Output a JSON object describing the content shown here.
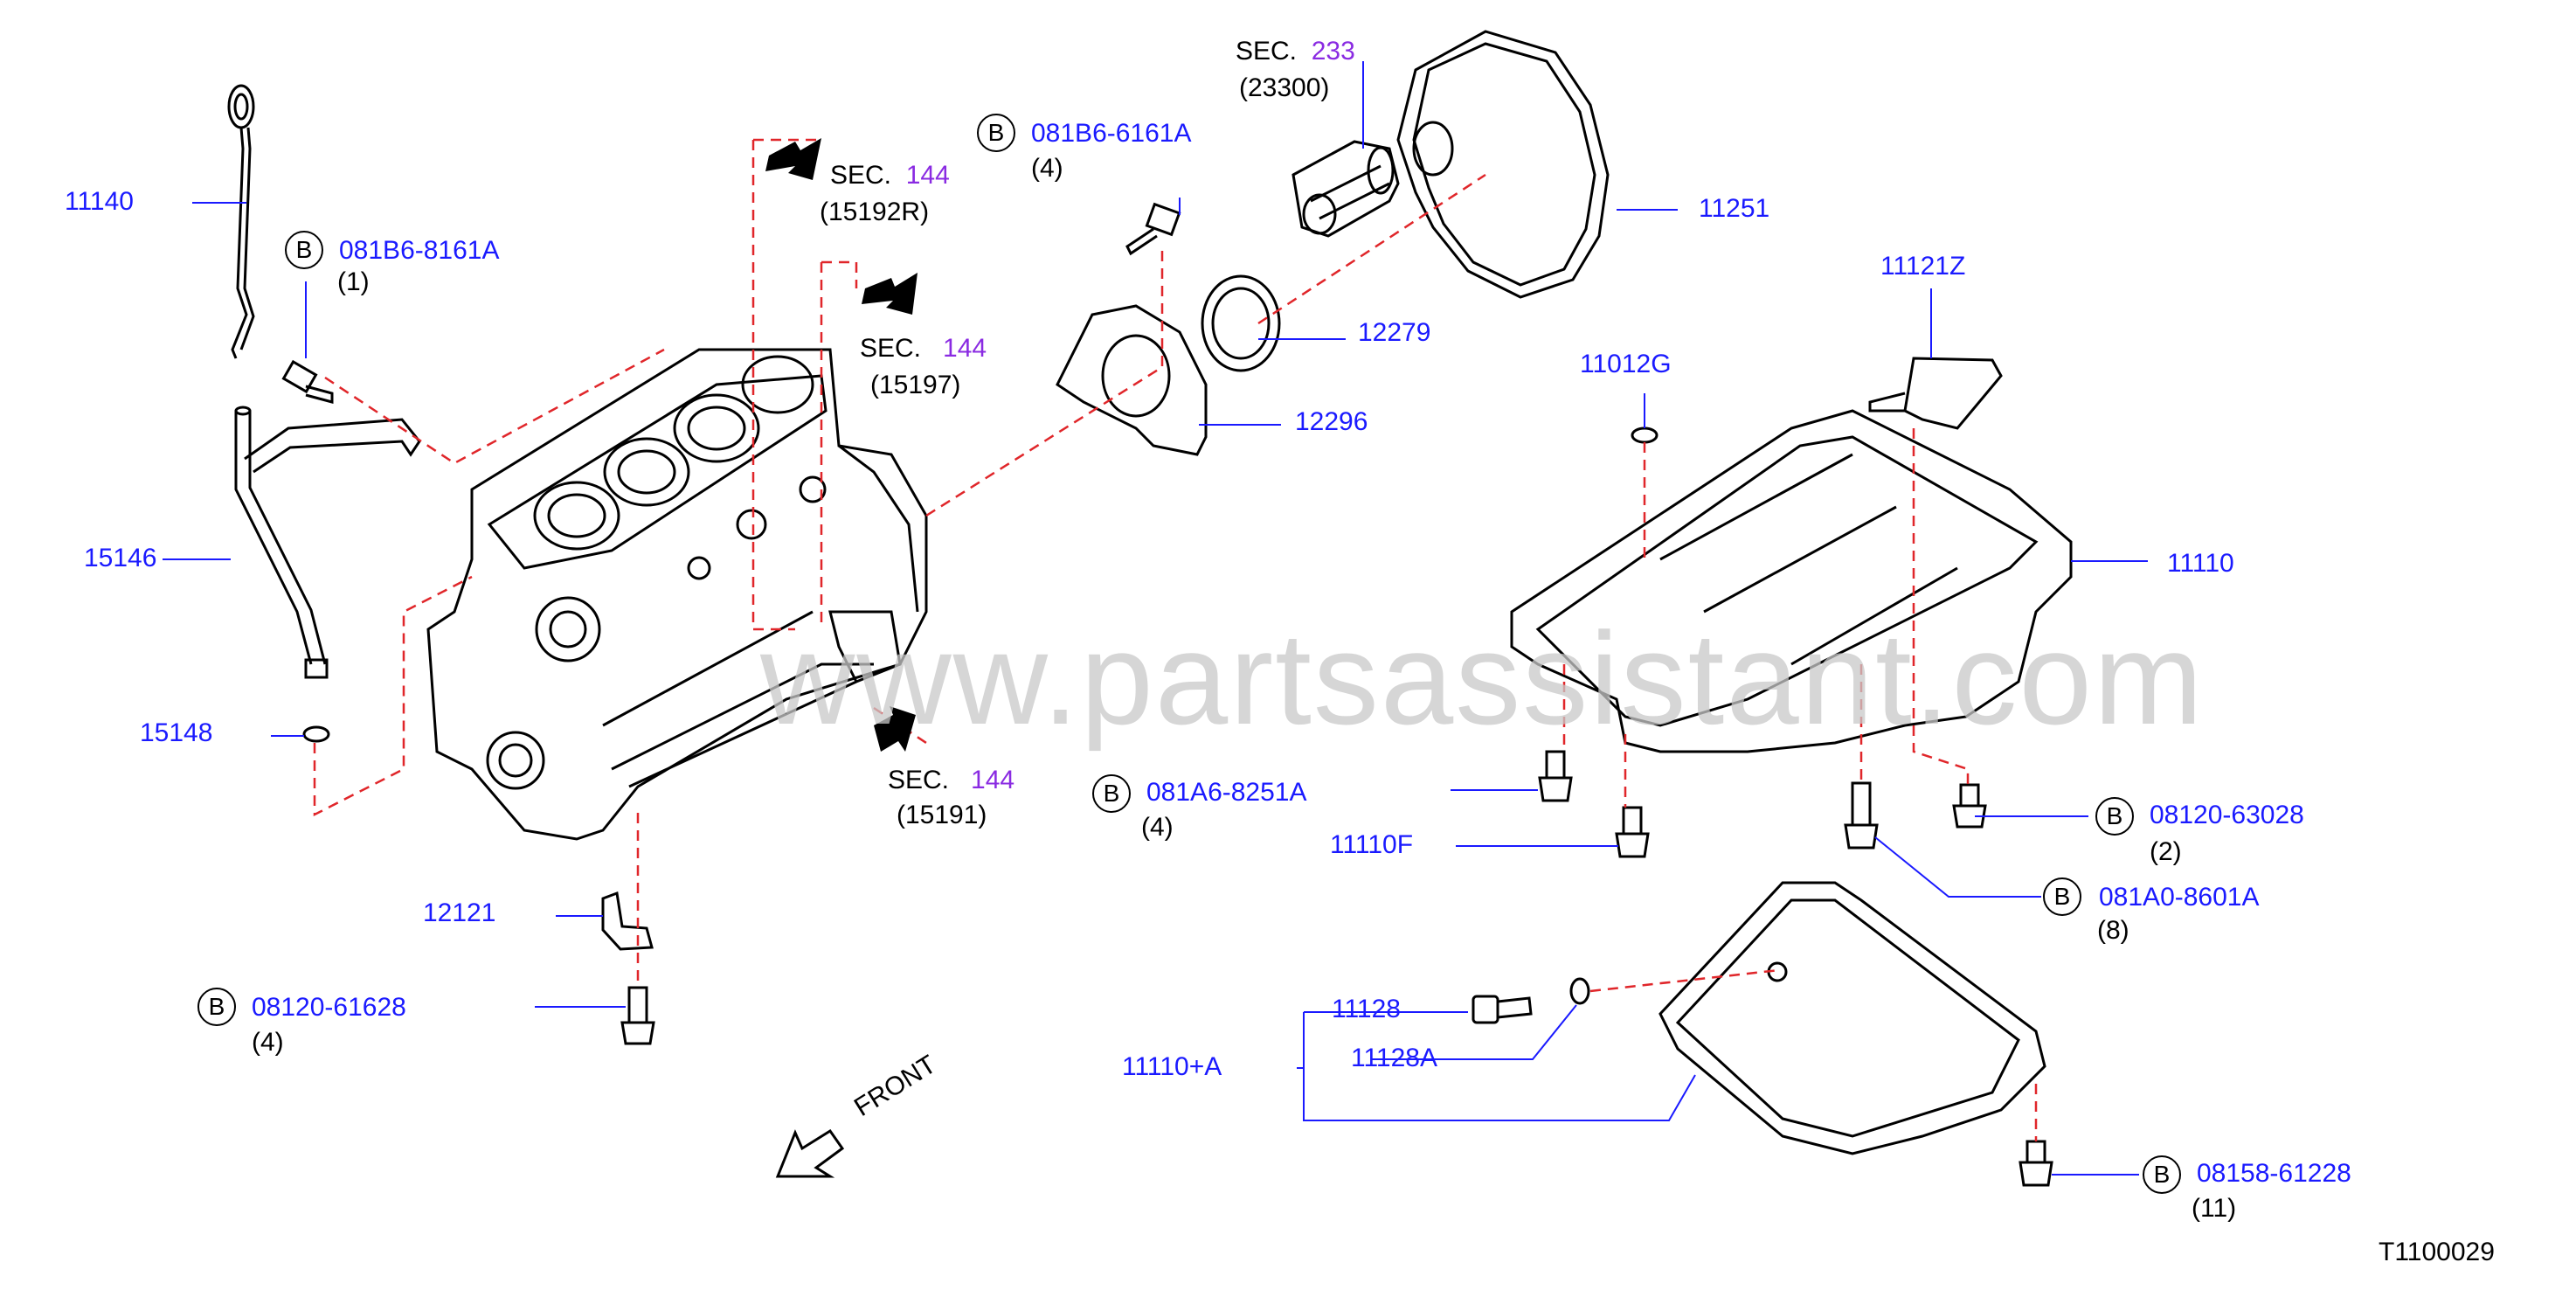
{
  "watermark": "www.partsassistant.com",
  "diagram_code": "T1100029",
  "front_label": "FRONT",
  "callouts": [
    {
      "id": "c11140",
      "part": "11140"
    },
    {
      "id": "c15146",
      "part": "15146"
    },
    {
      "id": "c15148",
      "part": "15148"
    },
    {
      "id": "c12121",
      "part": "12121"
    },
    {
      "id": "c11251",
      "part": "11251"
    },
    {
      "id": "c12279",
      "part": "12279"
    },
    {
      "id": "c12296",
      "part": "12296"
    },
    {
      "id": "c11121Z",
      "part": "11121Z"
    },
    {
      "id": "c11012G",
      "part": "11012G"
    },
    {
      "id": "c11110",
      "part": "11110"
    },
    {
      "id": "c11110F",
      "part": "11110F"
    },
    {
      "id": "c11128",
      "part": "11128"
    },
    {
      "id": "c11128A",
      "part": "11128A"
    },
    {
      "id": "c11110A",
      "part": "11110+A"
    }
  ],
  "bolts": [
    {
      "id": "b1",
      "badge": "B",
      "part": "081B6-8161A",
      "qty": "(1)"
    },
    {
      "id": "b2",
      "badge": "B",
      "part": "081B6-6161A",
      "qty": "(4)"
    },
    {
      "id": "b3",
      "badge": "B",
      "part": "081A6-8251A",
      "qty": "(4)"
    },
    {
      "id": "b4",
      "badge": "B",
      "part": "08120-61628",
      "qty": "(4)"
    },
    {
      "id": "b5",
      "badge": "B",
      "part": "08120-63028",
      "qty": "(2)"
    },
    {
      "id": "b6",
      "badge": "B",
      "part": "081A0-8601A",
      "qty": "(8)"
    },
    {
      "id": "b7",
      "badge": "B",
      "part": "08158-61228",
      "qty": "(11)"
    }
  ],
  "sections": [
    {
      "id": "s1",
      "sec": "SEC.",
      "num": "144",
      "ref": "(15192R)"
    },
    {
      "id": "s2",
      "sec": "SEC.",
      "num": "144",
      "ref": "(15197)"
    },
    {
      "id": "s3",
      "sec": "SEC.",
      "num": "144",
      "ref": "(15191)"
    },
    {
      "id": "s4",
      "sec": "SEC.",
      "num": "233",
      "ref": "(23300)"
    }
  ],
  "colors": {
    "part_number": "#1a1aff",
    "section_number": "#8a2be2",
    "leader": "#1a1aff",
    "phantom": "#e0262a",
    "line": "#000000"
  }
}
